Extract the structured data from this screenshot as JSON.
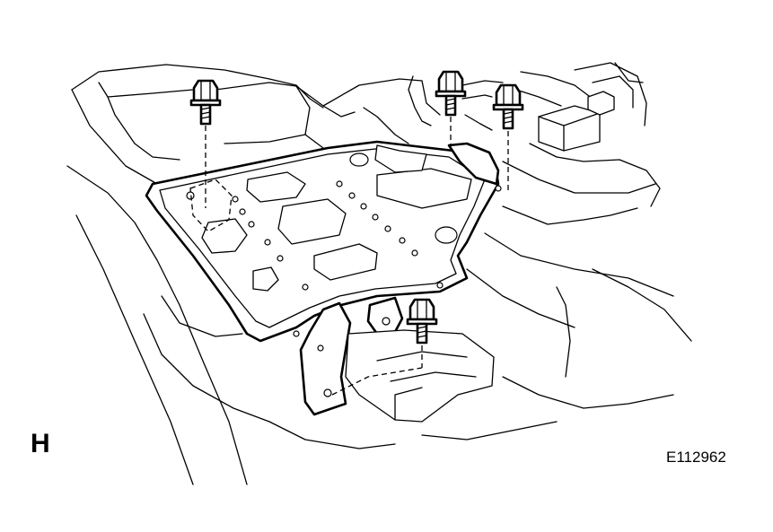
{
  "figure": {
    "view_label": "H",
    "figure_id": "E112962"
  },
  "colors": {
    "line": "#000000",
    "background": "#ffffff"
  },
  "parts": {
    "bolts": [
      "bolt-icon",
      "bolt-icon",
      "bolt-icon",
      "bolt-icon"
    ],
    "main_part": "battery-tray-bracket",
    "lower_support": "support-bracket"
  }
}
